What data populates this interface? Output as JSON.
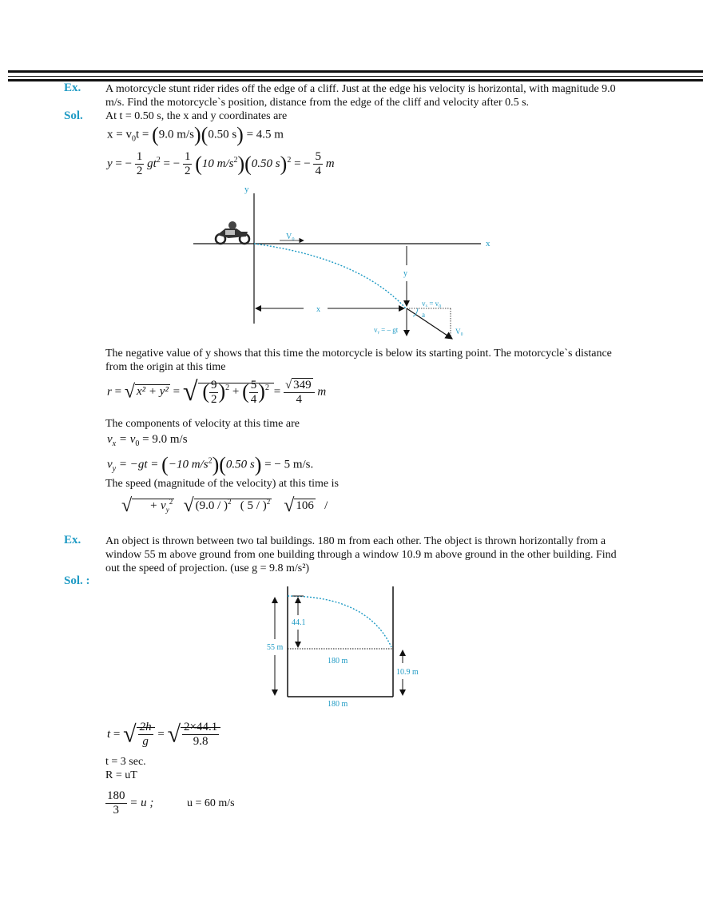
{
  "header": {
    "rule_lines": 3
  },
  "example1": {
    "ex_tag": "Ex.",
    "question": "A motorcycle stunt rider rides off the edge of a cliff. Just at the edge his velocity is horizontal, with magnitude 9.0 m/s. Find the motorcycle`s position, distance from the edge of the cliff and velocity after 0.5 s.",
    "sol_tag": "Sol.",
    "intro": "At t = 0.50 s, the x and y coordinates are",
    "eq_x": "x = v0t = (9.0 m/s)(0.50 s) = 4.5 m",
    "eq_y": "y = −(1/2)gt² = −(1/2)(10 m/s²)(0.50 s)² = −5/4 m",
    "eq_y_parts": {
      "lhs": "y",
      "one": "1",
      "two": "2",
      "gt2": "gt",
      "mid": "10 m/s",
      "time": "0.50 s",
      "five": "5",
      "four": "4",
      "unit": "m"
    },
    "eq_x_parts": {
      "lhs": "x = v",
      "sub": "0",
      "t": "t =",
      "v": "9.0 m/s",
      "time": "0.50 s",
      "result": "= 4.5 m"
    },
    "figure": {
      "axis_x": "x",
      "axis_y": "y",
      "label_v0": "V₀",
      "label_y_drop": "y",
      "label_x_dist": "x",
      "label_vx": "vₓ = v₀",
      "label_vy": "vᵧ = – gt",
      "label_v": "V₀",
      "label_alpha": "a",
      "motorcycle": "motorcycle-icon"
    },
    "para_negative": "The negative value of y shows that this time the motorcycle is below its starting point. The motorcycle`s distance from the origin at this time",
    "eq_r": {
      "lhs": "r",
      "x2y2": "x² + y²",
      "nine": "9",
      "two": "2",
      "five": "5",
      "four": "4",
      "root": "349",
      "den": "4",
      "unit": "m"
    },
    "para_components": "The components of velocity at this time are",
    "eq_vx": {
      "lhs": "v",
      "sub": "x",
      "rhs": "= v",
      "rsub": "0",
      "val": "= 9.0  m/s"
    },
    "eq_vy": {
      "lhs": "v",
      "sub": "y",
      "mid": "= −gt =",
      "acc": "−10 m/s",
      "time": "0.50 s",
      "val": "= −  5 m/s."
    },
    "para_speed": "The speed (magnitude of the velocity) at this time is",
    "eq_speed": {
      "part1": "+ v",
      "sub": "y",
      "sup": "2",
      "part2": "9.0  /  )",
      "part3": "(  5  /  )",
      "root": "106",
      "slash": "/"
    }
  },
  "example2": {
    "ex_tag": "Ex.",
    "question": "An object is thrown between two tal buildings. 180 m from each other. The object is thrown horizontally from a window 55 m above ground from one building through a window 10.9 m above ground in the other building. Find out the speed of projection. (use g = 9.8 m/s²)",
    "sol_tag": "Sol. :",
    "figure": {
      "label_441": "44.1",
      "label_55": "55 m",
      "label_180_mid": "180 m",
      "label_109": "10.9 m",
      "label_180_bottom": "180 m"
    },
    "eq_t": {
      "lhs": "t",
      "num": "2h",
      "den": "g",
      "num2": "2×44.1",
      "den2": "9.8"
    },
    "t_result": "t = 3 sec.",
    "r_eq": "R = uT",
    "eq_u": {
      "num": "180",
      "den": "3",
      "rhs": "= u ;",
      "result": "u = 60 m/s"
    }
  },
  "colors": {
    "accent": "#1e9ac4",
    "text": "#111111",
    "figure_label": "#1e9ac4"
  }
}
